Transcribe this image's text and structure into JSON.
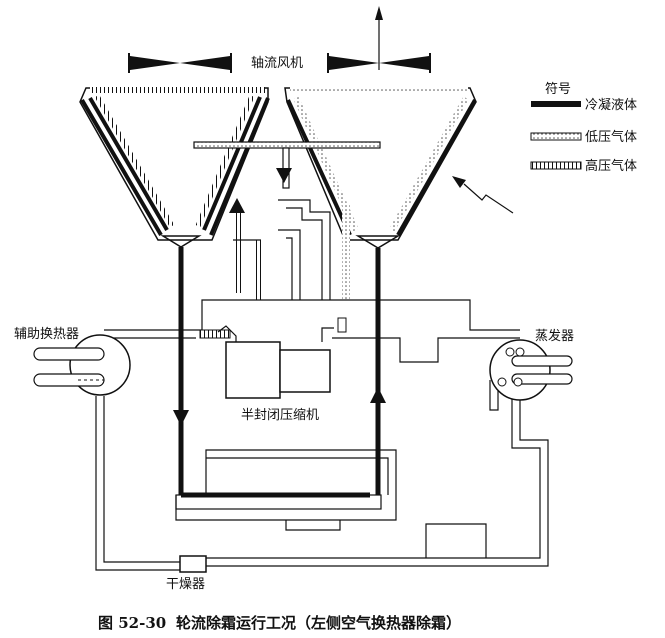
{
  "labels": {
    "fan": "轴流风机",
    "legend_title": "符号",
    "legend_liquid": "冷凝液体",
    "legend_low": "低压气体",
    "legend_high": "高压气体",
    "aux_hx": "辅助换热器",
    "evaporator": "蒸发器",
    "compressor": "半封闭压缩机",
    "dryer": "干燥器"
  },
  "caption": {
    "number": "图 52-30",
    "title": "轮流除霜运行工况（左侧空气换热器除霜）"
  },
  "colors": {
    "line": "#111111",
    "liquid": "#111111",
    "low_pressure_fill": "#ffffff",
    "high_pressure_fill": "#dddddd"
  }
}
